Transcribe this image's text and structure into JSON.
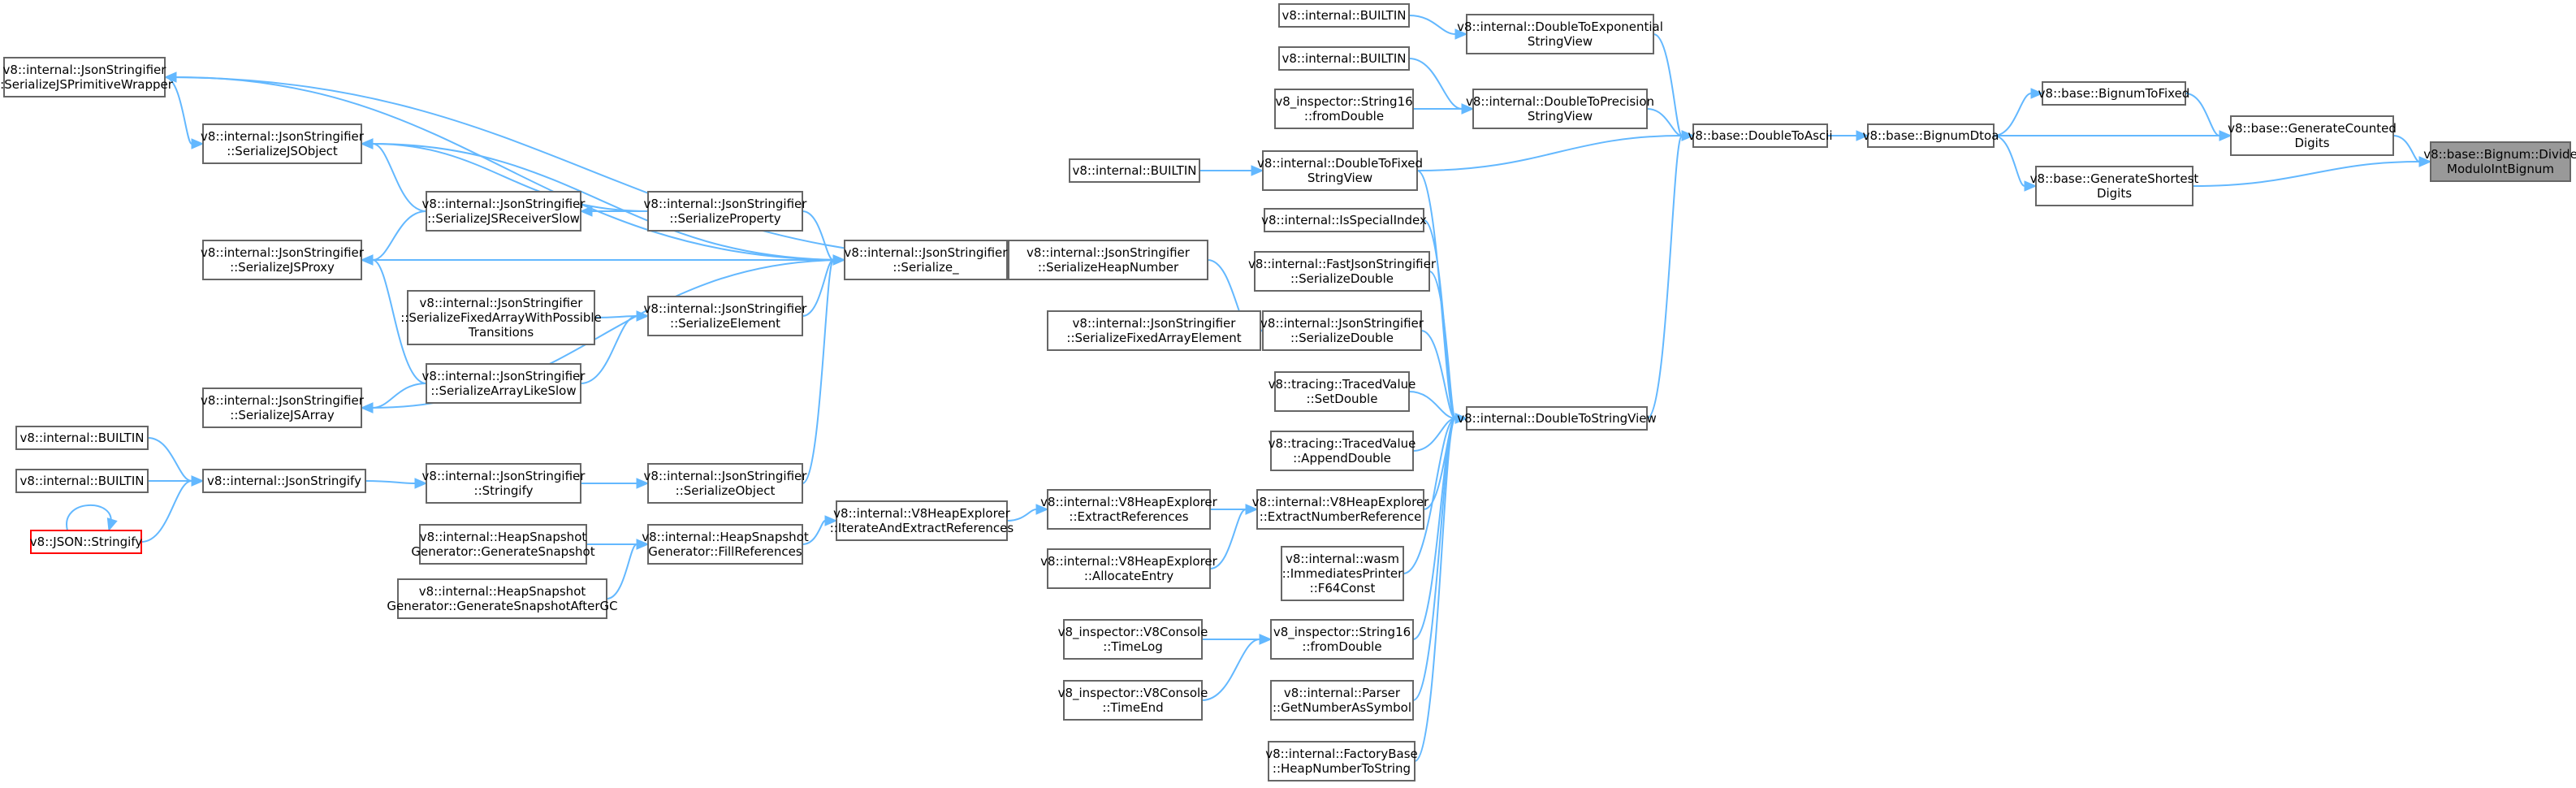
{
  "graph": {
    "title": "",
    "edge_color": "#63b8ff",
    "node_border_color": "#666666",
    "highlight_fill": "#999999",
    "recursive_node_border_color": "#ff0000",
    "nodes": [
      {
        "id": "n_target",
        "lines": [
          "v8::base::Bignum::Divide",
          "ModuloIntBignum"
        ],
        "style": "highlight"
      },
      {
        "id": "n_genCounted",
        "lines": [
          "v8::base::GenerateCounted",
          "Digits"
        ]
      },
      {
        "id": "n_bignumToFixed",
        "lines": [
          "v8::base::BignumToFixed"
        ]
      },
      {
        "id": "n_genShortest",
        "lines": [
          "v8::base::GenerateShortest",
          "Digits"
        ]
      },
      {
        "id": "n_bignumDtoa",
        "lines": [
          "v8::base::BignumDtoa"
        ]
      },
      {
        "id": "n_doubleToAscii",
        "lines": [
          "v8::base::DoubleToAscii"
        ]
      },
      {
        "id": "n_dtExp",
        "lines": [
          "v8::internal::DoubleToExponential",
          "StringView"
        ]
      },
      {
        "id": "n_dtPrec",
        "lines": [
          "v8::internal::DoubleToPrecision",
          "StringView"
        ]
      },
      {
        "id": "n_dtFixed",
        "lines": [
          "v8::internal::DoubleToFixed",
          "StringView"
        ]
      },
      {
        "id": "n_dtsv",
        "lines": [
          "v8::internal::DoubleToStringView"
        ]
      },
      {
        "id": "n_builtin1",
        "lines": [
          "v8::internal::BUILTIN"
        ]
      },
      {
        "id": "n_builtin2",
        "lines": [
          "v8::internal::BUILTIN"
        ]
      },
      {
        "id": "n_fromDouble16a",
        "lines": [
          "v8_inspector::String16",
          "::fromDouble"
        ]
      },
      {
        "id": "n_builtin3",
        "lines": [
          "v8::internal::BUILTIN"
        ]
      },
      {
        "id": "n_isSpecial",
        "lines": [
          "v8::internal::IsSpecialIndex"
        ]
      },
      {
        "id": "n_fastSerDouble",
        "lines": [
          "v8::internal::FastJsonStringifier",
          "::SerializeDouble"
        ]
      },
      {
        "id": "n_serDouble",
        "lines": [
          "v8::internal::JsonStringifier",
          "::SerializeDouble"
        ]
      },
      {
        "id": "n_setDouble",
        "lines": [
          "v8::tracing::TracedValue",
          "::SetDouble"
        ]
      },
      {
        "id": "n_appendDouble",
        "lines": [
          "v8::tracing::TracedValue",
          "::AppendDouble"
        ]
      },
      {
        "id": "n_extractNumRef",
        "lines": [
          "v8::internal::V8HeapExplorer",
          "::ExtractNumberReference"
        ]
      },
      {
        "id": "n_wasmF64",
        "lines": [
          "v8::internal::wasm",
          "::ImmediatesPrinter",
          "::F64Const"
        ]
      },
      {
        "id": "n_fromDouble16b",
        "lines": [
          "v8_inspector::String16",
          "::fromDouble"
        ]
      },
      {
        "id": "n_getNumSym",
        "lines": [
          "v8::internal::Parser",
          "::GetNumberAsSymbol"
        ]
      },
      {
        "id": "n_heapNumToStr",
        "lines": [
          "v8::internal::FactoryBase",
          "::HeapNumberToString"
        ]
      },
      {
        "id": "n_serHeapNum",
        "lines": [
          "v8::internal::JsonStringifier",
          "::SerializeHeapNumber"
        ]
      },
      {
        "id": "n_serFixedArrElem",
        "lines": [
          "v8::internal::JsonStringifier",
          "::SerializeFixedArrayElement"
        ]
      },
      {
        "id": "n_serialize_",
        "lines": [
          "v8::internal::JsonStringifier",
          "::Serialize_"
        ]
      },
      {
        "id": "n_serPrimWrap",
        "lines": [
          "v8::internal::JsonStringifier",
          "::SerializeJSPrimitiveWrapper"
        ]
      },
      {
        "id": "n_serJSObject",
        "lines": [
          "v8::internal::JsonStringifier",
          "::SerializeJSObject"
        ]
      },
      {
        "id": "n_serRecvSlow",
        "lines": [
          "v8::internal::JsonStringifier",
          "::SerializeJSReceiverSlow"
        ]
      },
      {
        "id": "n_serProperty",
        "lines": [
          "v8::internal::JsonStringifier",
          "::SerializeProperty"
        ]
      },
      {
        "id": "n_serJSProxy",
        "lines": [
          "v8::internal::JsonStringifier",
          "::SerializeJSProxy"
        ]
      },
      {
        "id": "n_serFixedTrans",
        "lines": [
          "v8::internal::JsonStringifier",
          "::SerializeFixedArrayWithPossible",
          "Transitions"
        ]
      },
      {
        "id": "n_serElement",
        "lines": [
          "v8::internal::JsonStringifier",
          "::SerializeElement"
        ]
      },
      {
        "id": "n_serArrLikeSlow",
        "lines": [
          "v8::internal::JsonStringifier",
          "::SerializeArrayLikeSlow"
        ]
      },
      {
        "id": "n_serJSArray",
        "lines": [
          "v8::internal::JsonStringifier",
          "::SerializeJSArray"
        ]
      },
      {
        "id": "n_builtin4",
        "lines": [
          "v8::internal::BUILTIN"
        ]
      },
      {
        "id": "n_builtin5",
        "lines": [
          "v8::internal::BUILTIN"
        ]
      },
      {
        "id": "n_jsonStringify",
        "lines": [
          "v8::internal::JsonStringify"
        ]
      },
      {
        "id": "n_jsonStringifyRec",
        "lines": [
          "v8::JSON::Stringify"
        ],
        "style": "red"
      },
      {
        "id": "n_stringify",
        "lines": [
          "v8::internal::JsonStringifier",
          "::Stringify"
        ]
      },
      {
        "id": "n_serObject",
        "lines": [
          "v8::internal::JsonStringifier",
          "::SerializeObject"
        ]
      },
      {
        "id": "n_iterExtract",
        "lines": [
          "v8::internal::V8HeapExplorer",
          "::IterateAndExtractReferences"
        ]
      },
      {
        "id": "n_extractRefs",
        "lines": [
          "v8::internal::V8HeapExplorer",
          "::ExtractReferences"
        ]
      },
      {
        "id": "n_allocEntry",
        "lines": [
          "v8::internal::V8HeapExplorer",
          "::AllocateEntry"
        ]
      },
      {
        "id": "n_fillRefs",
        "lines": [
          "v8::internal::HeapSnapshot",
          "Generator::FillReferences"
        ]
      },
      {
        "id": "n_genSnap",
        "lines": [
          "v8::internal::HeapSnapshot",
          "Generator::GenerateSnapshot"
        ]
      },
      {
        "id": "n_genSnapGC",
        "lines": [
          "v8::internal::HeapSnapshot",
          "Generator::GenerateSnapshotAfterGC"
        ]
      },
      {
        "id": "n_timeLog",
        "lines": [
          "v8_inspector::V8Console",
          "::TimeLog"
        ]
      },
      {
        "id": "n_timeEnd",
        "lines": [
          "v8_inspector::V8Console",
          "::TimeEnd"
        ]
      }
    ],
    "edges": [
      [
        "n_genCounted",
        "n_target"
      ],
      [
        "n_genShortest",
        "n_target"
      ],
      [
        "n_bignumToFixed",
        "n_genCounted"
      ],
      [
        "n_bignumDtoa",
        "n_genCounted"
      ],
      [
        "n_bignumDtoa",
        "n_bignumToFixed"
      ],
      [
        "n_bignumDtoa",
        "n_genShortest"
      ],
      [
        "n_doubleToAscii",
        "n_bignumDtoa"
      ],
      [
        "n_dtExp",
        "n_doubleToAscii"
      ],
      [
        "n_dtPrec",
        "n_doubleToAscii"
      ],
      [
        "n_dtFixed",
        "n_doubleToAscii"
      ],
      [
        "n_dtsv",
        "n_doubleToAscii"
      ],
      [
        "n_builtin1",
        "n_dtExp"
      ],
      [
        "n_builtin2",
        "n_dtPrec"
      ],
      [
        "n_fromDouble16a",
        "n_dtPrec"
      ],
      [
        "n_builtin3",
        "n_dtFixed"
      ],
      [
        "n_dtFixed",
        "n_dtsv"
      ],
      [
        "n_isSpecial",
        "n_dtsv"
      ],
      [
        "n_fastSerDouble",
        "n_dtsv"
      ],
      [
        "n_serDouble",
        "n_dtsv"
      ],
      [
        "n_setDouble",
        "n_dtsv"
      ],
      [
        "n_appendDouble",
        "n_dtsv"
      ],
      [
        "n_extractNumRef",
        "n_dtsv"
      ],
      [
        "n_wasmF64",
        "n_dtsv"
      ],
      [
        "n_fromDouble16b",
        "n_dtsv"
      ],
      [
        "n_getNumSym",
        "n_dtsv"
      ],
      [
        "n_heapNumToStr",
        "n_dtsv"
      ],
      [
        "n_serHeapNum",
        "n_serDouble"
      ],
      [
        "n_serFixedArrElem",
        "n_serDouble"
      ],
      [
        "n_serialize_",
        "n_serHeapNum"
      ],
      [
        "n_serPrimWrap",
        "n_serHeapNum"
      ],
      [
        "n_serPrimWrap",
        "n_serJSObject"
      ],
      [
        "n_serialize_",
        "n_serPrimWrap"
      ],
      [
        "n_serialize_",
        "n_serJSObject"
      ],
      [
        "n_serRecvSlow",
        "n_serJSObject"
      ],
      [
        "n_serProperty",
        "n_serJSObject"
      ],
      [
        "n_serProperty",
        "n_serRecvSlow"
      ],
      [
        "n_serProperty",
        "n_serialize_"
      ],
      [
        "n_serialize_",
        "n_serJSProxy"
      ],
      [
        "n_serRecvSlow",
        "n_serJSProxy"
      ],
      [
        "n_serArrLikeSlow",
        "n_serJSProxy"
      ],
      [
        "n_serElement",
        "n_serialize_"
      ],
      [
        "n_serFixedTrans",
        "n_serElement"
      ],
      [
        "n_serArrLikeSlow",
        "n_serElement"
      ],
      [
        "n_serialize_",
        "n_serJSArray"
      ],
      [
        "n_serArrLikeSlow",
        "n_serJSArray"
      ],
      [
        "n_serObject",
        "n_serialize_"
      ],
      [
        "n_builtin4",
        "n_jsonStringify"
      ],
      [
        "n_builtin5",
        "n_jsonStringify"
      ],
      [
        "n_jsonStringifyRec",
        "n_jsonStringify"
      ],
      [
        "n_jsonStringifyRec",
        "n_jsonStringifyRec"
      ],
      [
        "n_jsonStringify",
        "n_stringify"
      ],
      [
        "n_stringify",
        "n_serObject"
      ],
      [
        "n_extractRefs",
        "n_extractNumRef"
      ],
      [
        "n_allocEntry",
        "n_extractNumRef"
      ],
      [
        "n_iterExtract",
        "n_extractRefs"
      ],
      [
        "n_fillRefs",
        "n_iterExtract"
      ],
      [
        "n_genSnap",
        "n_fillRefs"
      ],
      [
        "n_genSnapGC",
        "n_fillRefs"
      ],
      [
        "n_timeLog",
        "n_fromDouble16b"
      ],
      [
        "n_timeEnd",
        "n_fromDouble16b"
      ]
    ]
  }
}
